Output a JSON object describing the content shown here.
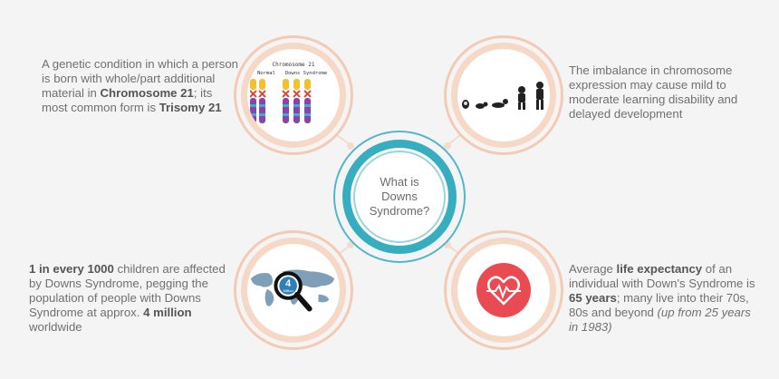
{
  "center": {
    "lines": [
      "What is",
      "Downs",
      "Syndrome?"
    ]
  },
  "top_left": {
    "p1": "A genetic condition in which a person is born with whole/part additional material in ",
    "b1": "Chromosome 21",
    "p2": "; its most common form is ",
    "b2": "Trisomy 21"
  },
  "top_right": {
    "text": "The imbalance in chromosome expression may cause mild to moderate learning disability and delayed development"
  },
  "bottom_left": {
    "b1": "1 in every 1000",
    "p1": " children are affected by Downs Syndrome, pegging the population of people with Downs Syndrome at approx. ",
    "b2": "4 million",
    "p2": " worldwide"
  },
  "bottom_right": {
    "p1": "Average ",
    "b1": "life expectancy",
    "p2": " of an individual with Down's Syndrome is ",
    "b2": "65 years",
    "p3": "; many live into their 70s, 80s and beyond ",
    "i1": "(up from 25 years in 1983)"
  },
  "chromosome_card": {
    "title": "Chromosome  21",
    "label_normal": "Normal",
    "label_downs": "Downs Syndrome"
  },
  "map_badge": {
    "number": "4",
    "unit": "Million"
  },
  "icons": {
    "chromosome": "chromosome-icon",
    "development": "child-development-icon",
    "world": "world-map-magnifier-icon",
    "heart": "heart-pulse-icon"
  },
  "colors": {
    "ring_peach": "#f3cbb5",
    "center_teal": "#37aebf",
    "heart_red": "#ea4b53"
  }
}
